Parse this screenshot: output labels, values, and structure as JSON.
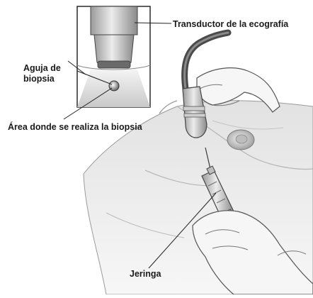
{
  "labels": {
    "transducer": "Transductor de la ecografía",
    "needle_line1": "Aguja de",
    "needle_line2": "biopsia",
    "area": "Área donde se realiza la biopsia",
    "syringe": "Jeringa"
  },
  "colors": {
    "background": "#ffffff",
    "outline": "#3a3a3a",
    "skin_light": "#eeeeee",
    "skin_shadow": "#bdbdbd",
    "inset_bg": "#d9d9d9",
    "cable": "#4a4a4a"
  }
}
